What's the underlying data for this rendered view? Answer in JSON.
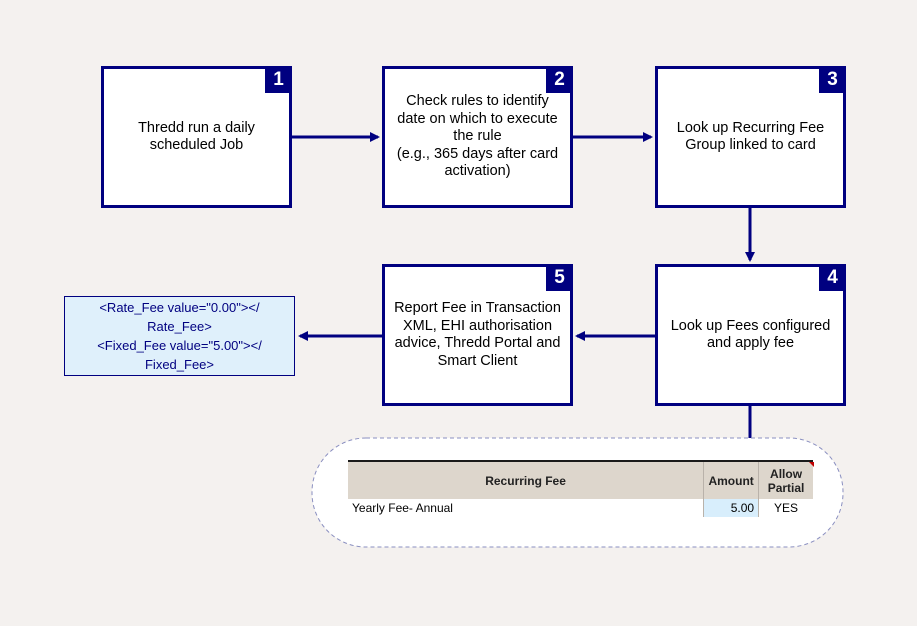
{
  "steps": [
    {
      "num": "1",
      "text": "Thredd run a daily\nscheduled Job"
    },
    {
      "num": "2",
      "text": "Check rules to identify\ndate on which to execute\nthe rule\n(e.g., 365 days after card\nactivation)"
    },
    {
      "num": "3",
      "text": "Look up Recurring Fee\nGroup linked to card"
    },
    {
      "num": "4",
      "text": "Look up Fees configured\nand apply fee"
    },
    {
      "num": "5",
      "text": "Report Fee in Transaction\nXML, EHI authorisation\nadvice, Thredd Portal and\nSmart Client"
    }
  ],
  "xml_output": "<Rate_Fee value=\"0.00\"></\nRate_Fee>\n<Fixed_Fee value=\"5.00\"></\nFixed_Fee>",
  "fee_table": {
    "headers": {
      "fee": "Recurring Fee",
      "amount": "Amount",
      "allow_partial": "Allow Partial"
    },
    "rows": [
      {
        "fee": "Yearly Fee- Annual",
        "amount": "5.00",
        "allow_partial": "YES"
      }
    ]
  },
  "colors": {
    "box_border": "#000080",
    "arrow": "#000080",
    "xml_bg": "#dff0fb",
    "amount_bg": "#d8eefc",
    "header_bg": "#ddd6cc"
  }
}
